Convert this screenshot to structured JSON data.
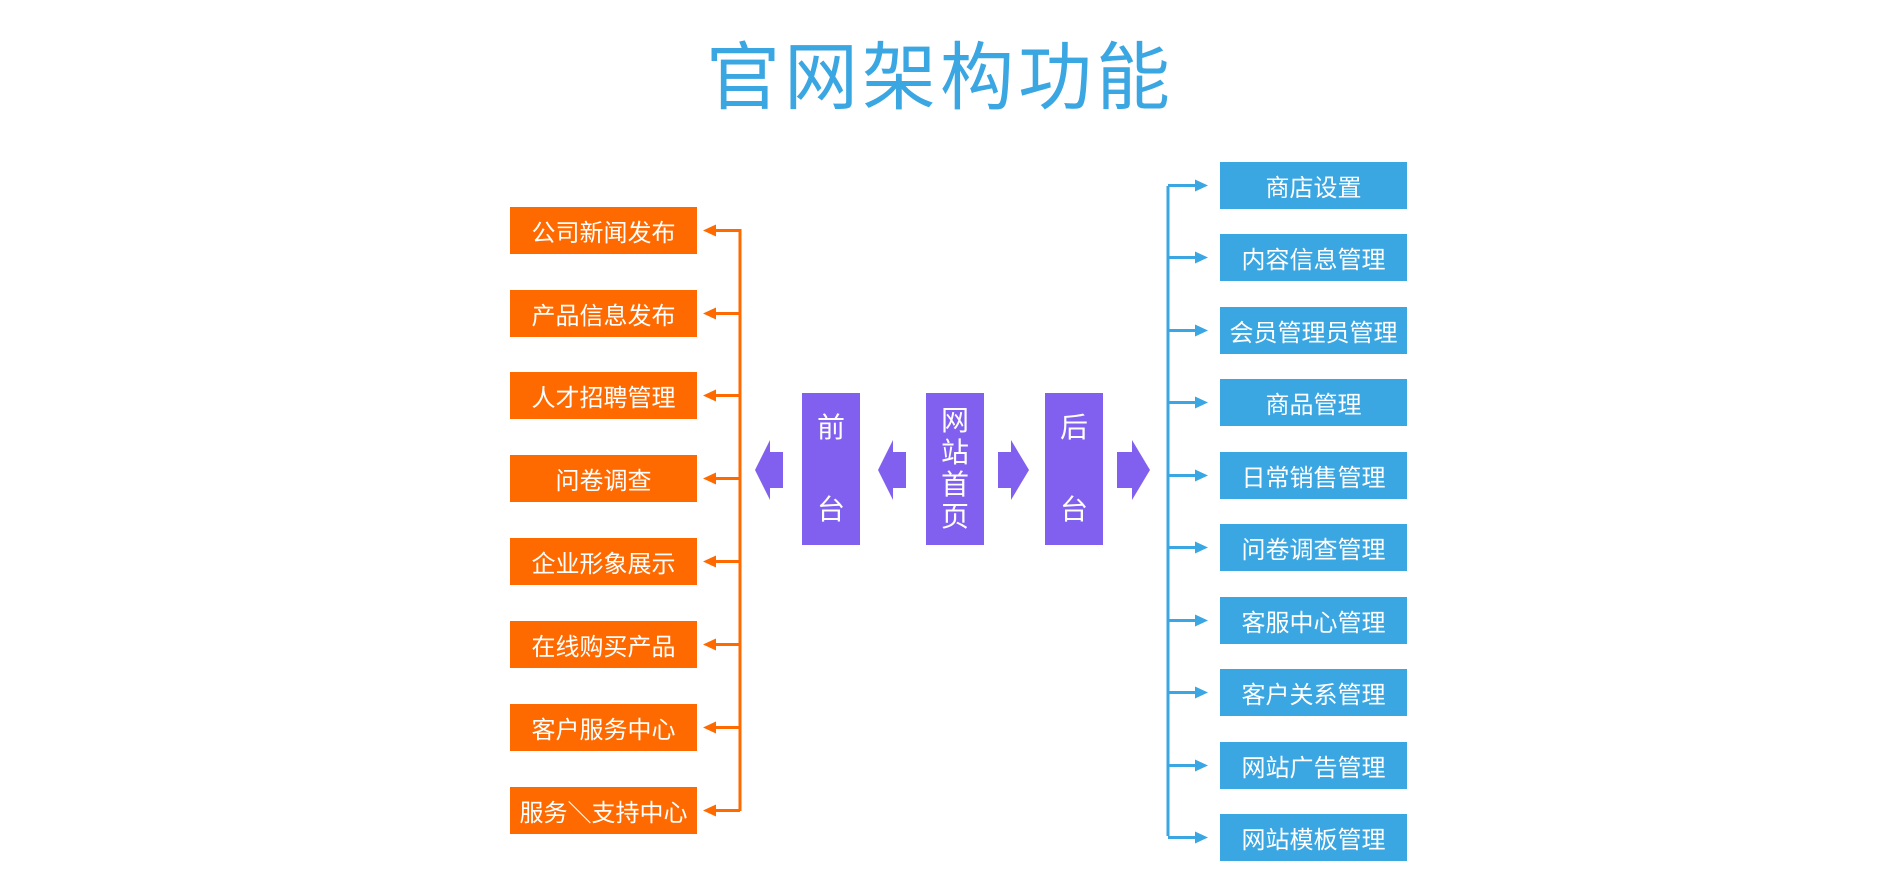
{
  "title": "官网架构功能",
  "colors": {
    "title": "#3aa6e2",
    "frontend": "#ff6a00",
    "backend": "#3aa6e2",
    "core": "#8160f0"
  },
  "center": {
    "frontend": [
      "前",
      "台"
    ],
    "home": [
      "网",
      "站",
      "首",
      "页"
    ],
    "backend": [
      "后",
      "台"
    ]
  },
  "frontend_items": [
    "公司新闻发布",
    "产品信息发布",
    "人才招聘管理",
    "问卷调查",
    "企业形象展示",
    "在线购买产品",
    "客户服务中心",
    "服务＼支持中心"
  ],
  "backend_items": [
    "商店设置",
    "内容信息管理",
    "会员管理员管理",
    "商品管理",
    "日常销售管理",
    "问卷调查管理",
    "客服中心管理",
    "客户关系管理",
    "网站广告管理",
    "网站模板管理"
  ]
}
